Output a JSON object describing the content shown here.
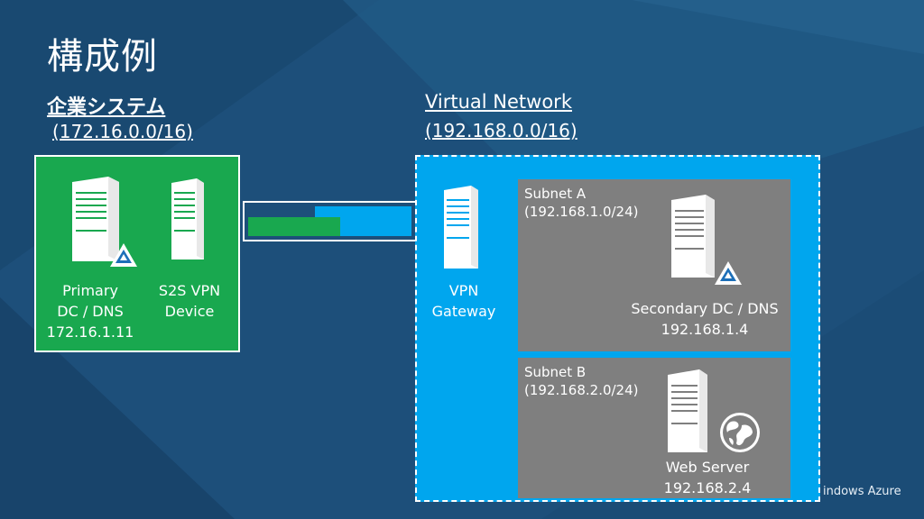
{
  "slide": {
    "title": "構成例",
    "footer_brand": "indows Azure"
  },
  "corporate": {
    "label": "企業システム",
    "address_space": " (172.16.0.0/16)",
    "nodes": {
      "primary_dc": {
        "line1": "Primary",
        "line2": "DC / DNS",
        "line3": "172.16.1.11",
        "badge_icon": "ad-pyramid-icon"
      },
      "vpn_device": {
        "line1": "S2S VPN",
        "line2": "Device"
      }
    }
  },
  "virtual_network": {
    "label": "Virtual Network ",
    "address_space": "(192.168.0.0/16)",
    "gateway": {
      "line1": "VPN",
      "line2": "Gateway"
    },
    "subnets": [
      {
        "name": "Subnet A",
        "range": "(192.168.1.0/24)",
        "server": {
          "line1": "Secondary DC / DNS",
          "line2": "192.168.1.4",
          "badge_icon": "ad-pyramid-icon"
        }
      },
      {
        "name": "Subnet B",
        "range": "(192.168.2.0/24)",
        "server": {
          "line1": "Web Server",
          "line2": "192.168.2.4",
          "badge_icon": "globe-icon"
        }
      }
    ]
  },
  "colors": {
    "background": "#1d4f7a",
    "corporate_green": "#19a84f",
    "azure_blue": "#00a6ee",
    "subnet_gray": "#7f7f7f"
  }
}
